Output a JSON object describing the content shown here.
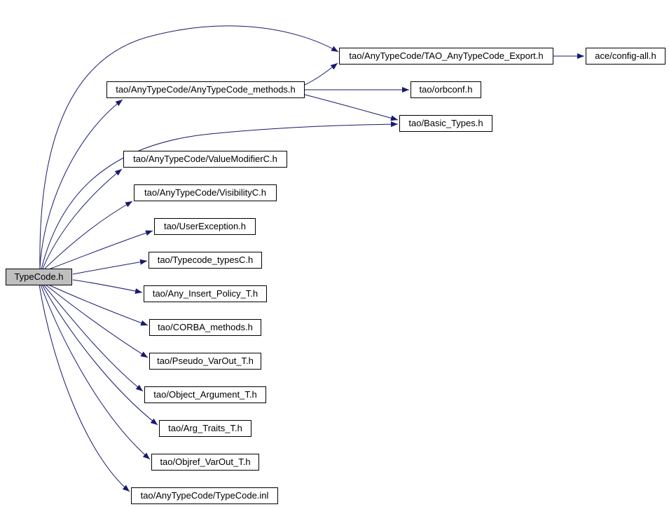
{
  "diagram": {
    "nodes": [
      {
        "label": "TypeCode.h"
      },
      {
        "label": "tao/AnyTypeCode/AnyTypeCode_methods.h"
      },
      {
        "label": "tao/AnyTypeCode/TAO_AnyTypeCode_Export.h"
      },
      {
        "label": "ace/config-all.h"
      },
      {
        "label": "tao/orbconf.h"
      },
      {
        "label": "tao/Basic_Types.h"
      },
      {
        "label": "tao/AnyTypeCode/ValueModifierC.h"
      },
      {
        "label": "tao/AnyTypeCode/VisibilityC.h"
      },
      {
        "label": "tao/UserException.h"
      },
      {
        "label": "tao/Typecode_typesC.h"
      },
      {
        "label": "tao/Any_Insert_Policy_T.h"
      },
      {
        "label": "tao/CORBA_methods.h"
      },
      {
        "label": "tao/Pseudo_VarOut_T.h"
      },
      {
        "label": "tao/Object_Argument_T.h"
      },
      {
        "label": "tao/Arg_Traits_T.h"
      },
      {
        "label": "tao/Objref_VarOut_T.h"
      },
      {
        "label": "tao/AnyTypeCode/TypeCode.inl"
      }
    ],
    "edges": [
      {
        "from": "TypeCode.h",
        "to": "tao/AnyTypeCode/TAO_AnyTypeCode_Export.h"
      },
      {
        "from": "TypeCode.h",
        "to": "tao/AnyTypeCode/AnyTypeCode_methods.h"
      },
      {
        "from": "TypeCode.h",
        "to": "tao/Basic_Types.h"
      },
      {
        "from": "TypeCode.h",
        "to": "tao/AnyTypeCode/ValueModifierC.h"
      },
      {
        "from": "TypeCode.h",
        "to": "tao/AnyTypeCode/VisibilityC.h"
      },
      {
        "from": "TypeCode.h",
        "to": "tao/UserException.h"
      },
      {
        "from": "TypeCode.h",
        "to": "tao/Typecode_typesC.h"
      },
      {
        "from": "TypeCode.h",
        "to": "tao/Any_Insert_Policy_T.h"
      },
      {
        "from": "TypeCode.h",
        "to": "tao/CORBA_methods.h"
      },
      {
        "from": "TypeCode.h",
        "to": "tao/Pseudo_VarOut_T.h"
      },
      {
        "from": "TypeCode.h",
        "to": "tao/Object_Argument_T.h"
      },
      {
        "from": "TypeCode.h",
        "to": "tao/Arg_Traits_T.h"
      },
      {
        "from": "TypeCode.h",
        "to": "tao/Objref_VarOut_T.h"
      },
      {
        "from": "TypeCode.h",
        "to": "tao/AnyTypeCode/TypeCode.inl"
      },
      {
        "from": "tao/AnyTypeCode/AnyTypeCode_methods.h",
        "to": "tao/AnyTypeCode/TAO_AnyTypeCode_Export.h"
      },
      {
        "from": "tao/AnyTypeCode/AnyTypeCode_methods.h",
        "to": "tao/orbconf.h"
      },
      {
        "from": "tao/AnyTypeCode/AnyTypeCode_methods.h",
        "to": "tao/Basic_Types.h"
      },
      {
        "from": "tao/AnyTypeCode/TAO_AnyTypeCode_Export.h",
        "to": "ace/config-all.h"
      }
    ],
    "colors": {
      "edge": "#191970",
      "node_border": "#000000",
      "node_fill": "#ffffff",
      "root_fill": "#bfbfbf",
      "background": "#ffffff"
    }
  }
}
